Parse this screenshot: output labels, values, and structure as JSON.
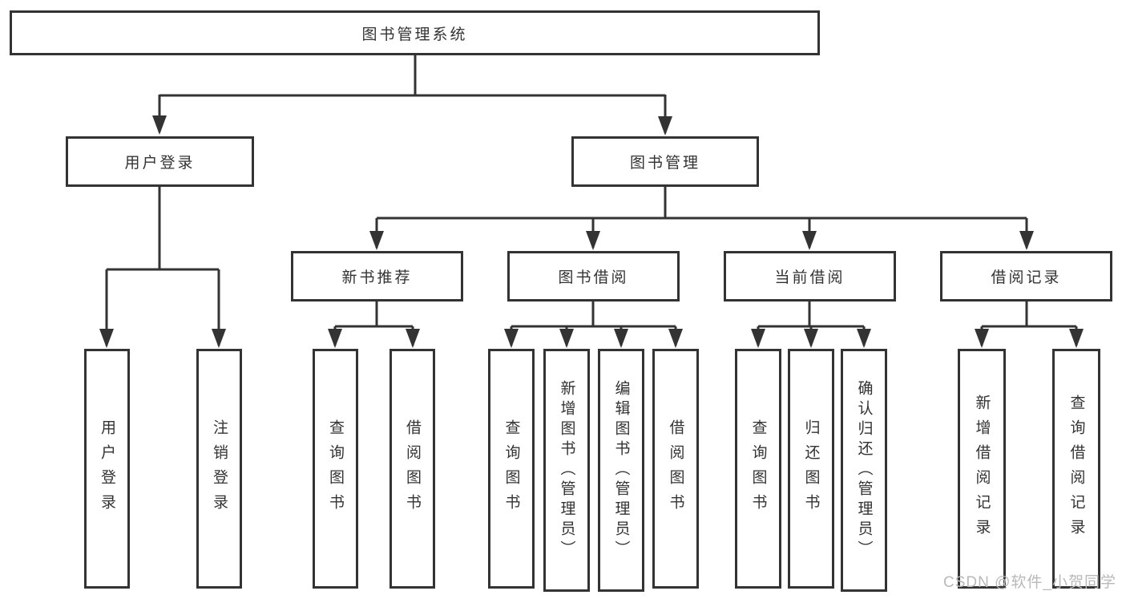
{
  "diagram_title": "图书管理系统",
  "root": {
    "label": "图书管理系统"
  },
  "level2": [
    {
      "label": "用户登录"
    },
    {
      "label": "图书管理"
    }
  ],
  "level3": [
    {
      "label": "新书推荐"
    },
    {
      "label": "图书借阅"
    },
    {
      "label": "当前借阅"
    },
    {
      "label": "借阅记录"
    }
  ],
  "leaves": {
    "login": [
      {
        "label": "用户登录"
      },
      {
        "label": "注销登录"
      }
    ],
    "recommend": [
      {
        "label": "查询图书"
      },
      {
        "label": "借阅图书"
      }
    ],
    "borrow": [
      {
        "label": "查询图书"
      },
      {
        "label": "新增图书（管理员）"
      },
      {
        "label": "编辑图书（管理员）"
      },
      {
        "label": "借阅图书"
      }
    ],
    "current": [
      {
        "label": "查询图书"
      },
      {
        "label": "归还图书"
      },
      {
        "label": "确认归还（管理员）"
      }
    ],
    "record": [
      {
        "label": "新增借阅记录"
      },
      {
        "label": "查询借阅记录"
      }
    ]
  },
  "watermark": "CSDN @软件_小贺同学",
  "colors": {
    "line": "#333333",
    "text": "#333333",
    "box_background": "#ffffff",
    "watermark": "#b9b9b9"
  }
}
